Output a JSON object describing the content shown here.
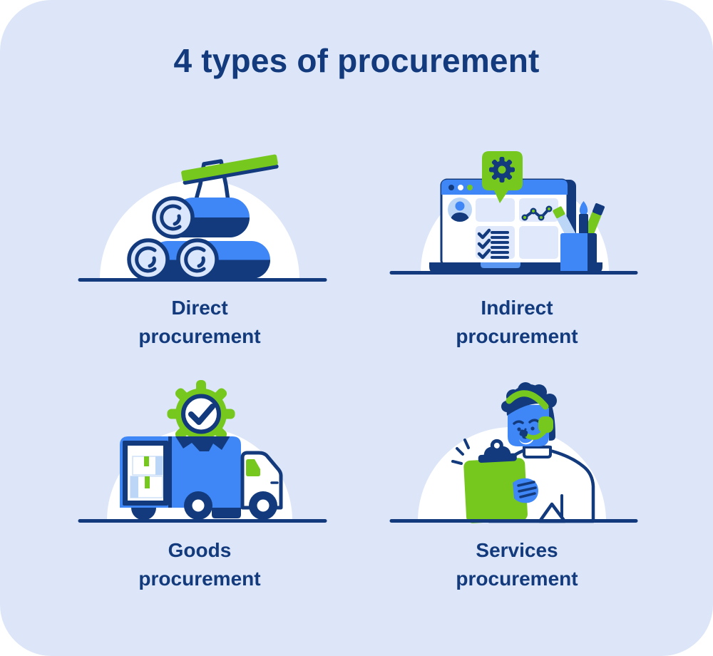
{
  "title": "4 types of procurement",
  "palette": {
    "navy": "#123a7c",
    "blue": "#3f87f6",
    "green": "#76c81f",
    "light_blue": "#d9e6fb",
    "avatar_blue": "#bcd6f8",
    "card_blue": "#dfe9fb",
    "panel_bg": "#dce6f8",
    "white": "#ffffff"
  },
  "quadrants": [
    {
      "name": "direct",
      "icon": "logs-axe-icon",
      "label_line1": "Direct",
      "label_line2": "procurement"
    },
    {
      "name": "indirect",
      "icon": "laptop-dashboard-icon",
      "label_line1": "Indirect",
      "label_line2": "procurement"
    },
    {
      "name": "goods",
      "icon": "delivery-truck-icon",
      "label_line1": "Goods",
      "label_line2": "procurement"
    },
    {
      "name": "services",
      "icon": "support-agent-icon",
      "label_line1": "Services",
      "label_line2": "procurement"
    }
  ]
}
